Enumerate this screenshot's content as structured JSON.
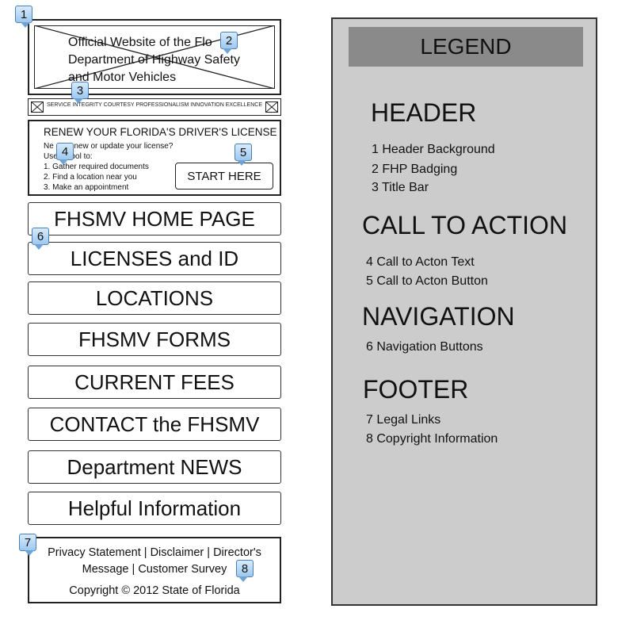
{
  "header": {
    "title_lines": [
      "Official Website of the Flo",
      "Department of Highway Safety",
      "and Motor Vehicles"
    ],
    "title_bar_values": [
      "SERVICE",
      "INTEGRITY",
      "COURTESY",
      "PROFESSIONALISM",
      "INNOVATION",
      "EXCELLENCE"
    ]
  },
  "cta": {
    "heading": "RENEW YOUR FLORIDA'S DRIVER'S LICENSE",
    "line1": "Ne      renew or update your license?",
    "line2": "Use      ool to:",
    "steps": [
      "1. Gather required documents",
      "2. Find a location near you",
      "3. Make an appointment"
    ],
    "button_label": "START HERE"
  },
  "nav": {
    "items": [
      "FHSMV HOME PAGE",
      "LICENSES and ID",
      "LOCATIONS",
      "FHSMV FORMS",
      "CURRENT FEES",
      "CONTACT the FHSMV",
      "Department NEWS",
      "Helpful Information"
    ]
  },
  "footer": {
    "links_line1": "Privacy Statement | Disclaimer | Director's",
    "links_line2": "Message | Customer Survey",
    "copyright": "Copyright © 2012 State of Florida"
  },
  "callouts": [
    "1",
    "2",
    "3",
    "4",
    "5",
    "6",
    "7",
    "8"
  ],
  "legend": {
    "title": "LEGEND",
    "sections": [
      {
        "heading": "HEADER",
        "items": [
          "1  Header Background",
          "2  FHP Badging",
          "3  Title Bar"
        ]
      },
      {
        "heading": "CALL TO ACTION",
        "items": [
          "4  Call to Acton Text",
          "5  Call to Acton Button"
        ]
      },
      {
        "heading": "NAVIGATION",
        "items": [
          "6  Navigation Buttons"
        ]
      },
      {
        "heading": "FOOTER",
        "items": [
          "7  Legal Links",
          "8  Copyright Information"
        ]
      }
    ]
  },
  "colors": {
    "callout_fill": "#b5d8f5",
    "legend_bg": "#cccccc",
    "legend_title_bg": "#8a8a8a"
  }
}
